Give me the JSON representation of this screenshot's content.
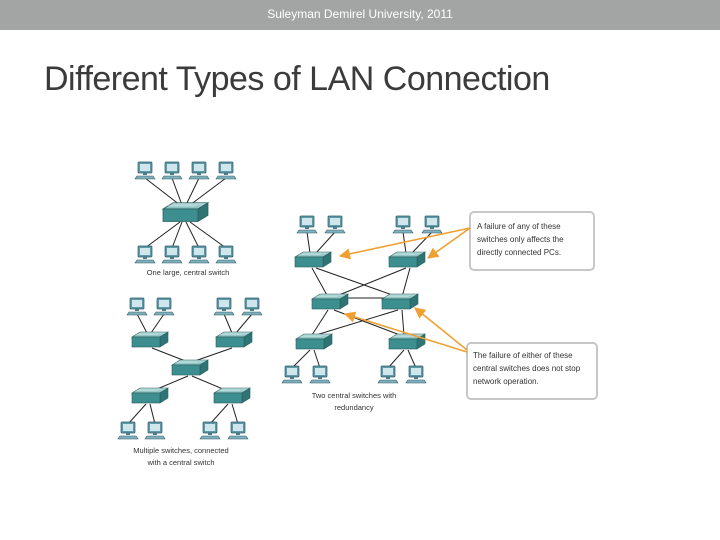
{
  "header": {
    "text": "Suleyman Demirel University, 2011"
  },
  "slide": {
    "title": "Different Types of LAN Connection"
  },
  "diagram": {
    "captions": {
      "central": "One large, central switch",
      "multiple_line1": "Multiple switches, connected",
      "multiple_line2": "with a central switch",
      "redundant_line1": "Two central switches with",
      "redundant_line2": "redundancy"
    },
    "callouts": {
      "top": [
        "A failure of any of these",
        "switches only affects the",
        "directly connected PCs."
      ],
      "bottom": [
        "The failure of either of these",
        "central switches does not stop",
        "network operation."
      ]
    },
    "colors": {
      "switch": "#3d8e8e",
      "pc": "#5e9aa8",
      "arrow": "#f0a030",
      "topbar": "#a3a5a4"
    }
  }
}
